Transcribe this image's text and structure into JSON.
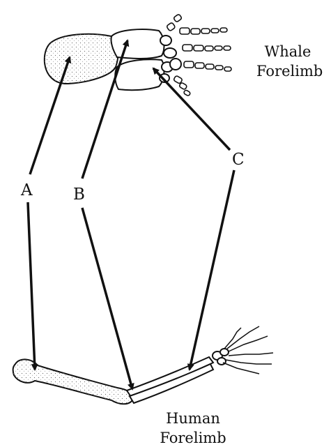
{
  "labels": {
    "a": "A",
    "b": "B",
    "c": "C"
  },
  "captions": {
    "whale_line1": "Whale",
    "whale_line2": "Forelimb",
    "human_line1": "Human",
    "human_line2": "Forelimb"
  },
  "colors": {
    "ink": "#111111",
    "bone_fill": "#ffffff",
    "background": "#ffffff"
  }
}
